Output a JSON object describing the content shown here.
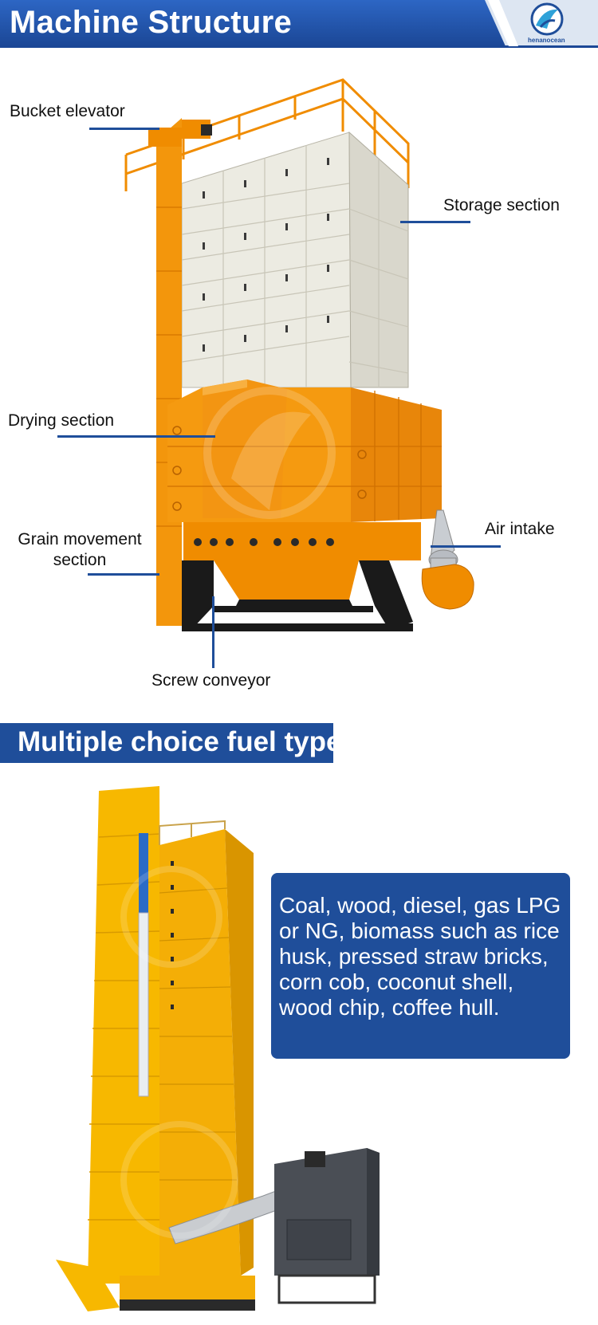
{
  "header": {
    "title": "Machine Structure",
    "logo_text": "henanocean"
  },
  "diagram1": {
    "labels": {
      "bucket_elevator": "Bucket elevator",
      "storage_section": "Storage section",
      "drying_section": "Drying section",
      "grain_movement_line1": "Grain movement",
      "grain_movement_line2": "section",
      "air_intake": "Air intake",
      "screw_conveyor": "Screw conveyor"
    },
    "colors": {
      "frame_orange": "#f08c00",
      "storage_panel": "#ecebe2",
      "line_blue": "#1f4e9a",
      "base_black": "#1a1a1a"
    }
  },
  "fuel_section": {
    "title": "Multiple choice fuel type",
    "description": "Coal, wood, diesel, gas LPG or NG, biomass such as rice husk, pressed straw bricks, corn cob, coconut shell, wood chip, coffee hull.",
    "colors": {
      "tower_yellow": "#f7b800",
      "burner_gray": "#4a4e55"
    }
  }
}
